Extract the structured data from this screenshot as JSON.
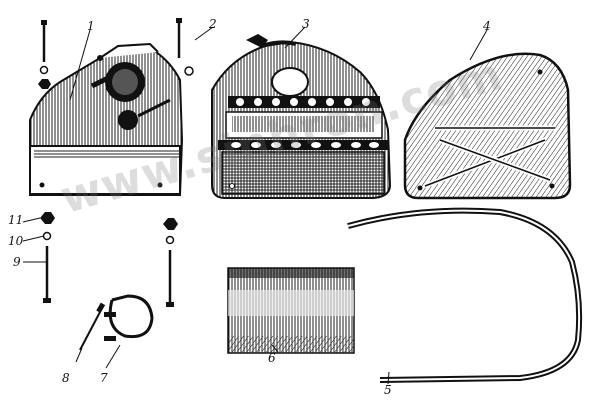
{
  "watermark": "www.sinhron.com",
  "callouts": [
    {
      "id": "1",
      "text": "1"
    },
    {
      "id": "2",
      "text": "2"
    },
    {
      "id": "3",
      "text": "3"
    },
    {
      "id": "4",
      "text": "4"
    },
    {
      "id": "5",
      "text": "5"
    },
    {
      "id": "6",
      "text": "6"
    },
    {
      "id": "7",
      "text": "7"
    },
    {
      "id": "8",
      "text": "8"
    },
    {
      "id": "9",
      "text": "9"
    },
    {
      "id": "10",
      "text": "10"
    },
    {
      "id": "11",
      "text": "11"
    }
  ]
}
